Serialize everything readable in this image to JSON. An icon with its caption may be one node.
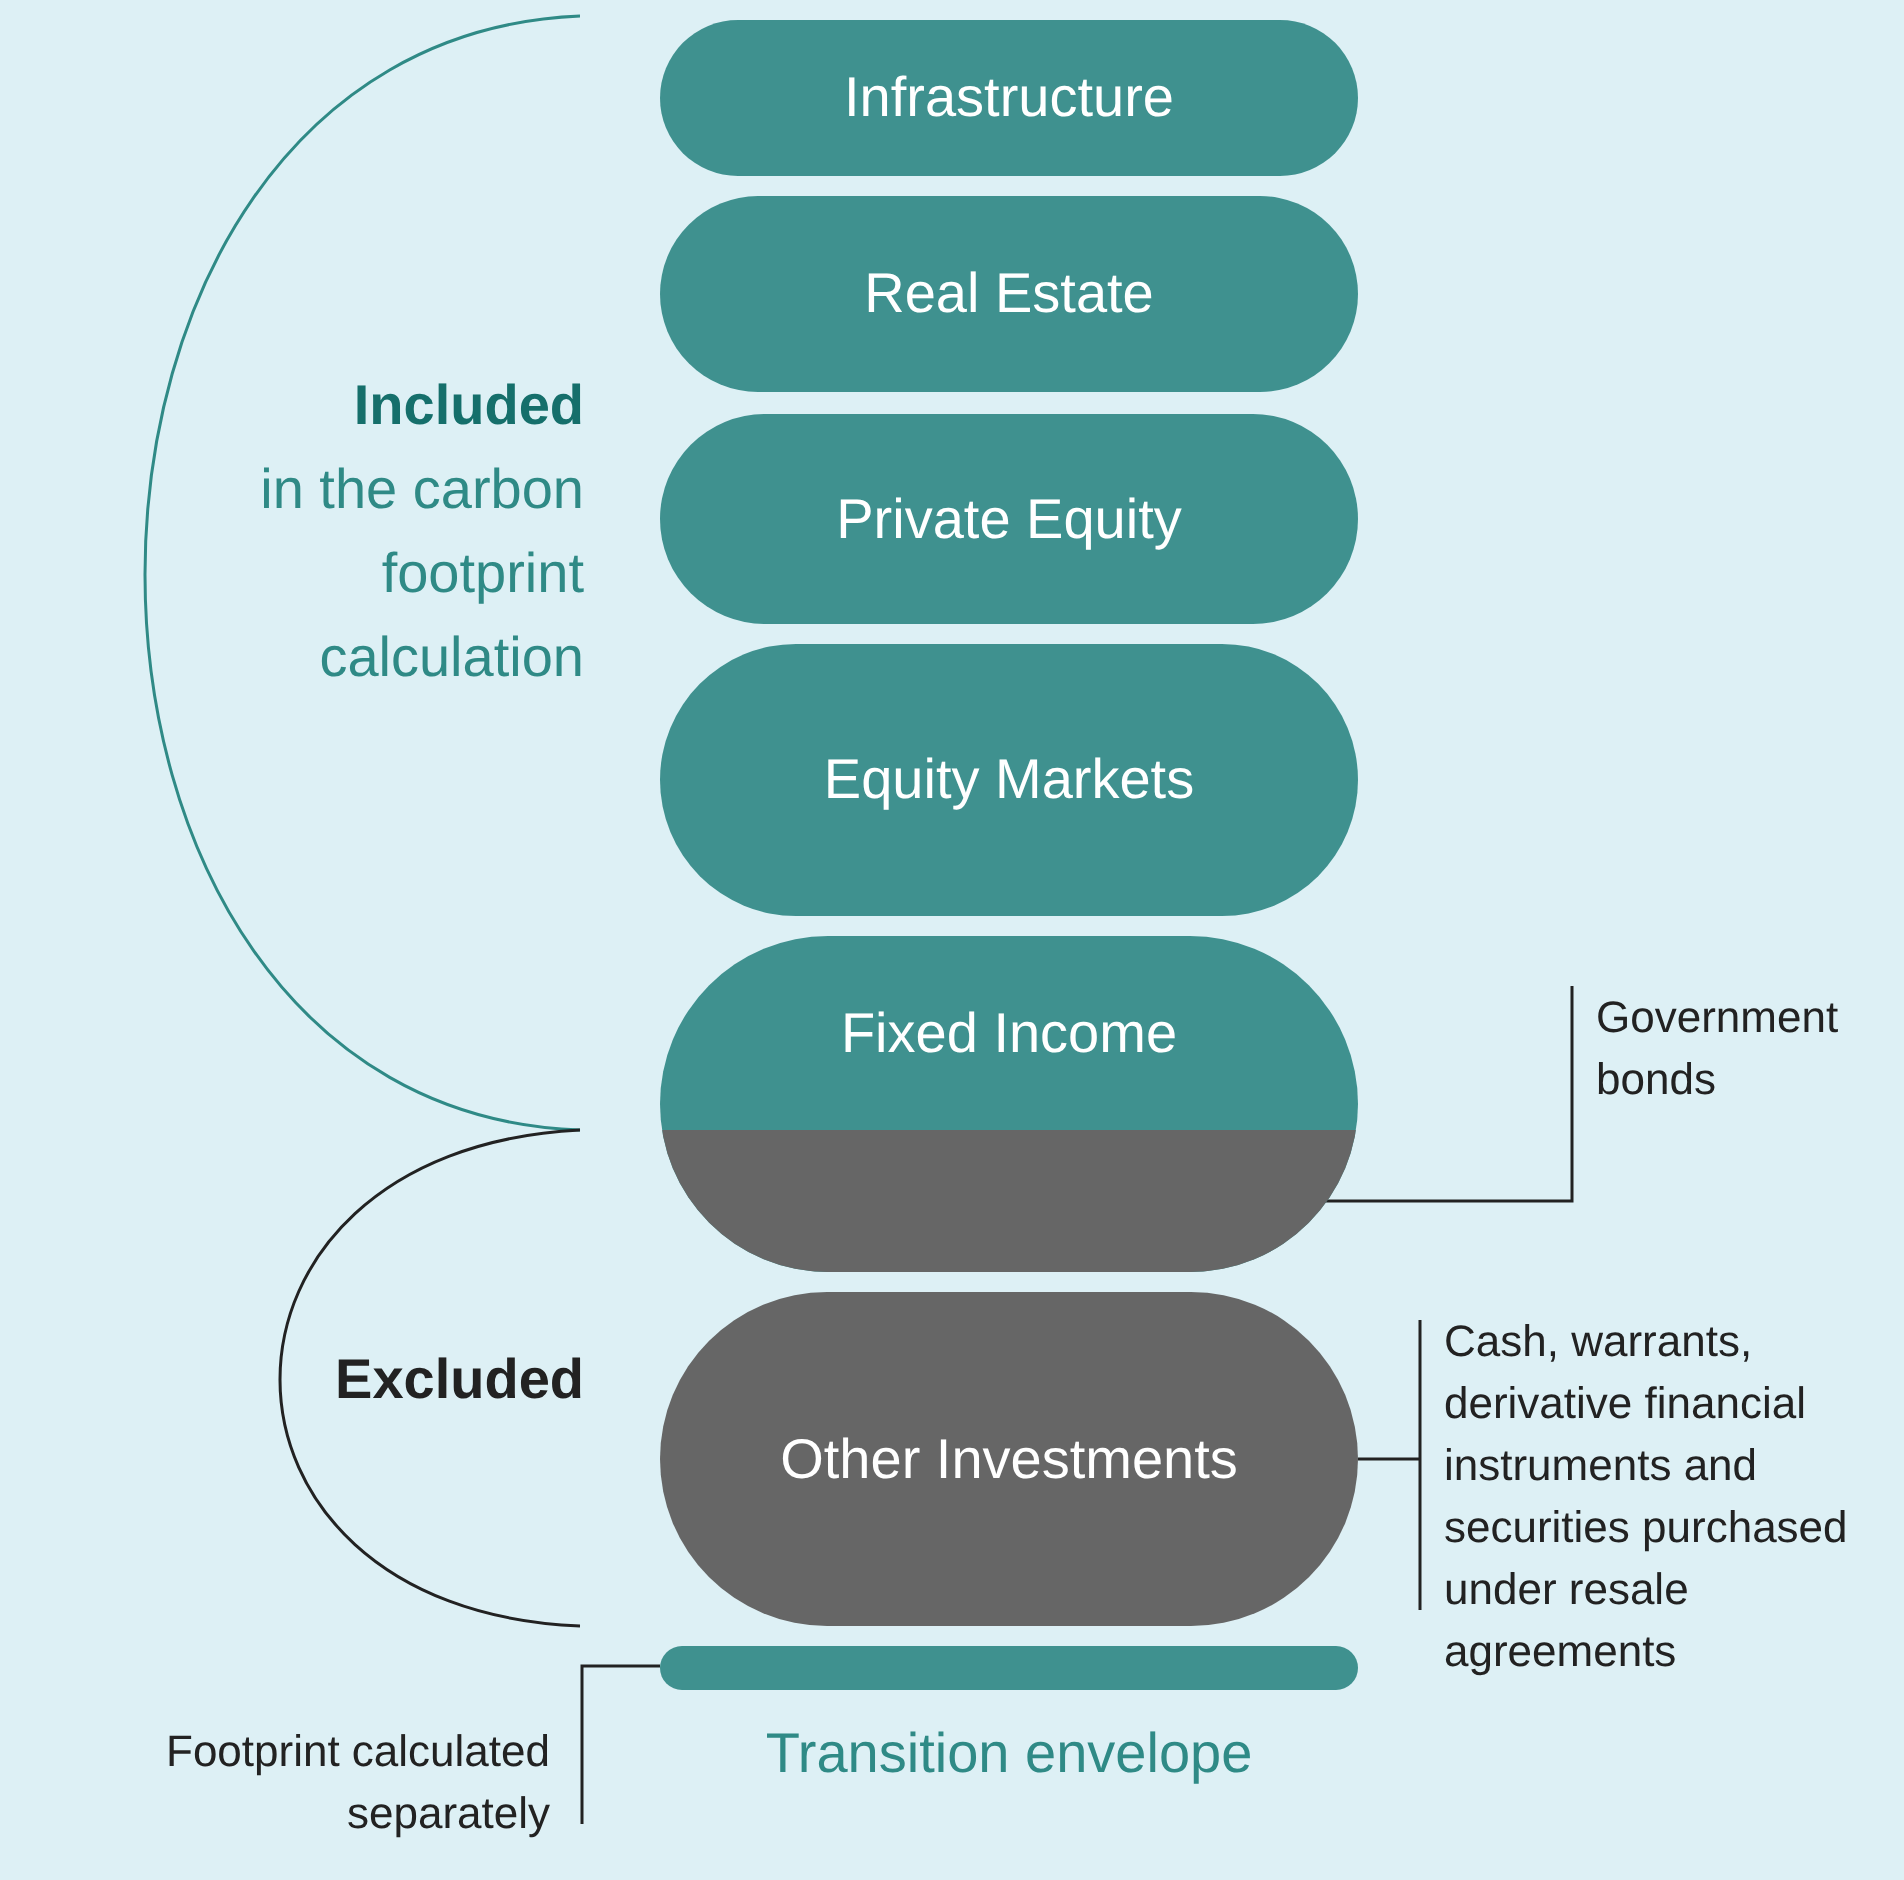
{
  "diagram": {
    "nodes": [
      {
        "text": [
          "Infrastructure"
        ]
      },
      {
        "text": [
          "Real Estate"
        ]
      },
      {
        "text": [
          "Private Equity"
        ]
      },
      {
        "text": [
          "Equity Markets"
        ]
      },
      {
        "text": [
          "Fixed Income"
        ]
      },
      {
        "text": [],
        "shape": "box",
        "in": 4
      },
      {
        "text": [
          "Government bonds"
        ]
      },
      {
        "text": [
          "Other Investments"
        ]
      },
      {
        "text": [
          "Cash, warrants, derivative financial instruments and securities purchased under resale agreements"
        ]
      },
      {
        "text": [
          "Transition envelope"
        ]
      },
      {
        "text": [
          "Footprint calculated separately"
        ]
      }
    ],
    "edges": [
      {
        "from": 6,
        "to": 5,
        "arrow": "none"
      },
      {
        "from": 8,
        "to": 7,
        "arrow": "none"
      },
      {
        "from": 10,
        "to": 9,
        "arrow": "none"
      }
    ],
    "labels": [
      "**Included** in the carbon footprint calculation",
      "Excluded"
    ]
  }
}
